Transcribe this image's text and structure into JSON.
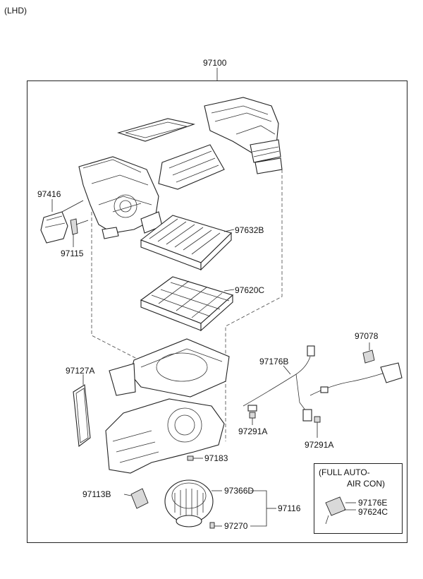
{
  "header": {
    "variant": "(LHD)"
  },
  "assembly": {
    "part_number": "97100"
  },
  "callouts": [
    {
      "id": "97416",
      "text": "97416"
    },
    {
      "id": "97115",
      "text": "97115"
    },
    {
      "id": "97632B",
      "text": "97632B"
    },
    {
      "id": "97620C",
      "text": "97620C"
    },
    {
      "id": "97078",
      "text": "97078"
    },
    {
      "id": "97127A",
      "text": "97127A"
    },
    {
      "id": "97176B",
      "text": "97176B"
    },
    {
      "id": "97291A_1",
      "text": "97291A"
    },
    {
      "id": "97291A_2",
      "text": "97291A"
    },
    {
      "id": "97183",
      "text": "97183"
    },
    {
      "id": "97366D",
      "text": "97366D"
    },
    {
      "id": "97113B",
      "text": "97113B"
    },
    {
      "id": "97116",
      "text": "97116"
    },
    {
      "id": "97270",
      "text": "97270"
    }
  ],
  "inset": {
    "title_line1": "(FULL AUTO-",
    "title_line2": "AIR CON)",
    "part_a": "97176E",
    "part_b": "97624C"
  }
}
